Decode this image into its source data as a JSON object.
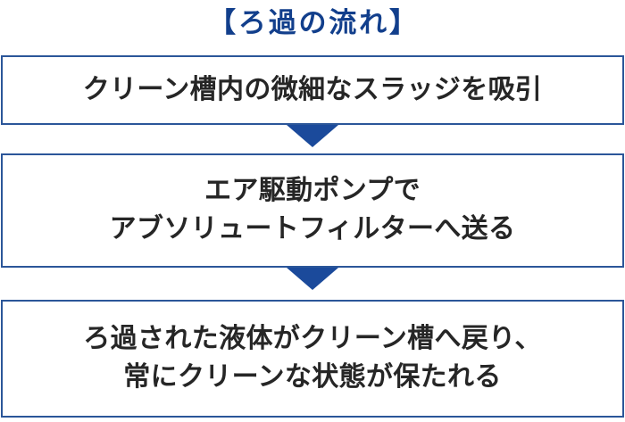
{
  "title": "【ろ過の流れ】",
  "colors": {
    "title_blue": "#123f8c",
    "box_border_blue": "#2b5699",
    "arrow_blue": "#1b4a9b",
    "text_black": "#262626",
    "background": "#ffffff"
  },
  "steps": [
    {
      "index": 1,
      "text": "クリーン槽内の微細なスラッジを吸引"
    },
    {
      "index": 2,
      "text": "エア駆動ポンプで\nアブソリュートフィルターへ送る"
    },
    {
      "index": 3,
      "text": "ろ過された液体がクリーン槽へ戻り、\n常にクリーンな状態が保たれる"
    }
  ],
  "arrows": [
    {
      "index": 1,
      "icon": "triangle-down-icon",
      "direction": "down"
    },
    {
      "index": 2,
      "icon": "triangle-down-icon",
      "direction": "down"
    }
  ]
}
